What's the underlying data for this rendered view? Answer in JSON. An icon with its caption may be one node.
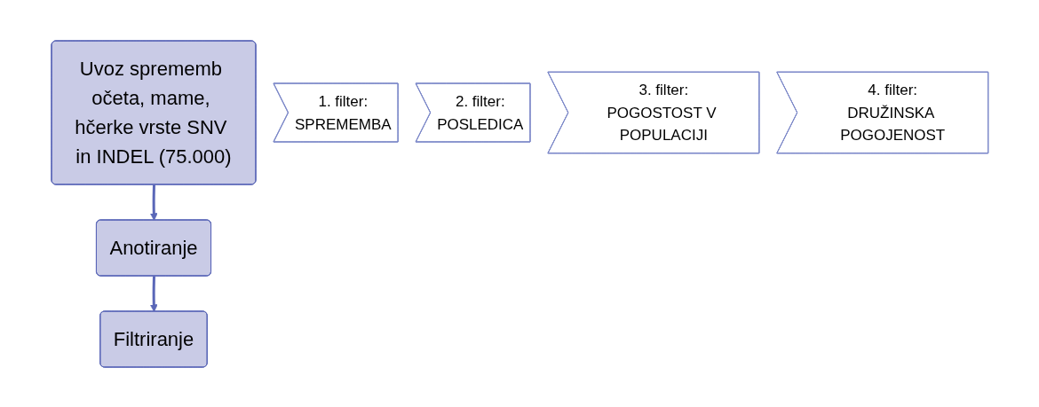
{
  "diagram": {
    "nodes": [
      {
        "text": [
          "Uvoz sprememb očeta, mame, hčerke vrste SNV in INDEL (75.000)"
        ]
      },
      {
        "text": [
          "Anotiranje"
        ]
      },
      {
        "text": [
          "Filtriranje"
        ]
      },
      {
        "text": [
          "1. filter:",
          "SPREMEMBA"
        ]
      },
      {
        "text": [
          "2. filter:",
          "POSLEDICA"
        ]
      },
      {
        "text": [
          "3. filter:",
          "POGOSTOST V POPULACIJI"
        ]
      },
      {
        "text": [
          "4. filter:",
          "DRUŽINSKA POGOJENOST"
        ]
      }
    ],
    "edges": [
      {
        "from": 0,
        "to": 1,
        "arrow": "to"
      },
      {
        "from": 1,
        "to": 2,
        "arrow": "to"
      }
    ]
  }
}
